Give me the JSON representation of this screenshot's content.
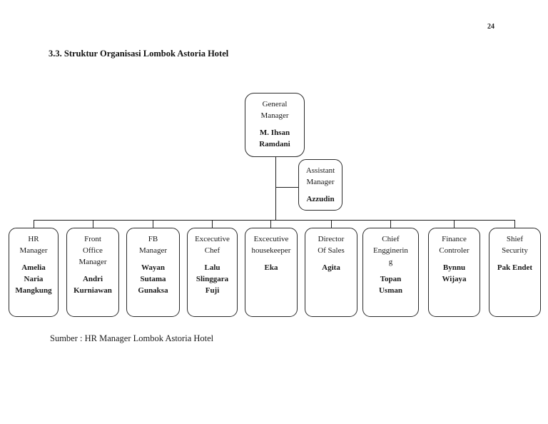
{
  "page": {
    "number": "24",
    "section_title": "3.3. Struktur  Organisasi Lombok Astoria Hotel",
    "source_caption": "Sumber : HR Manager Lombok Astoria Hotel"
  },
  "org": {
    "general_manager": {
      "title": "General\nManager",
      "name": "M. Ihsan\nRamdani"
    },
    "assistant_manager": {
      "title": "Assistant\nManager",
      "name": "Azzudin"
    },
    "departments": [
      {
        "title": "HR\nManager",
        "name": "Amelia\nNaria\nMangkung"
      },
      {
        "title": "Front\nOffice\nManager",
        "name": "Andri\nKurniawan"
      },
      {
        "title": "FB\nManager",
        "name": "Wayan\nSutama\nGunaksa"
      },
      {
        "title": "Excecutive\nChef",
        "name": "Lalu\nSlinggara\nFuji"
      },
      {
        "title": "Excecutive\nhousekeeper",
        "name": "Eka"
      },
      {
        "title": "Director\nOf Sales",
        "name": "Agita"
      },
      {
        "title": "Chief\nEngginerin\ng",
        "name": "Topan\nUsman"
      },
      {
        "title": "Finance\nControler",
        "name": "Bynnu\nWijaya"
      },
      {
        "title": "Shief\nSecurity",
        "name": "Pak Endet"
      }
    ]
  }
}
